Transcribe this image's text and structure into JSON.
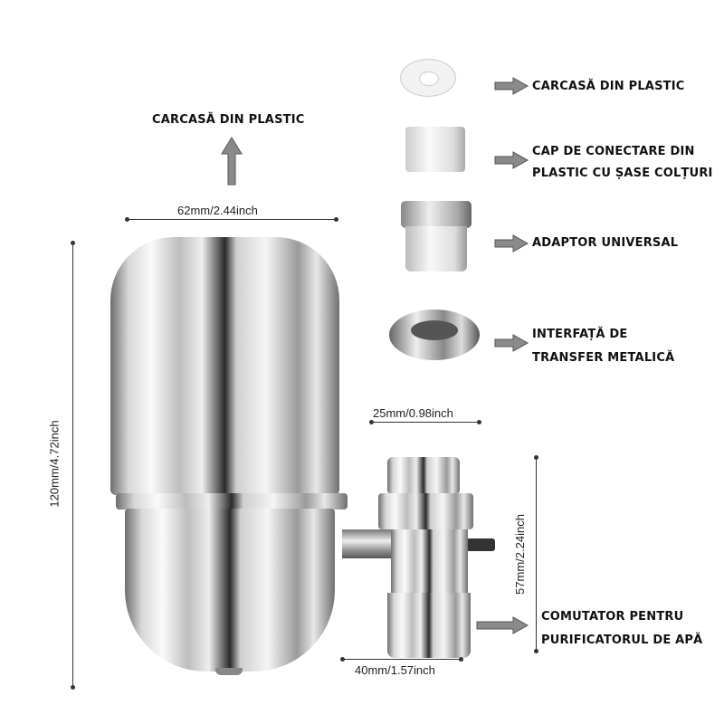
{
  "labels": {
    "top_housing": "Carcasă din plastic",
    "washer": "Carcasă din plastic",
    "hex_cap_line1": "Cap de conectare din",
    "hex_cap_line2": "plastic cu șase colțuri",
    "adapter": "Adaptor universal",
    "metal_interface_line1": "Interfață de",
    "metal_interface_line2": "transfer metalică",
    "switch_line1": "Comutator pentru",
    "switch_line2": "purificatorul de apă"
  },
  "dimensions": {
    "width": "62mm/2.44inch",
    "height": "120mm/4.72inch",
    "interface": "25mm/0.98inch",
    "switch_height": "57mm/2.24inch",
    "switch_width": "40mm/1.57inch"
  },
  "colors": {
    "arrow": "#8a8a8a",
    "text": "#111111"
  }
}
